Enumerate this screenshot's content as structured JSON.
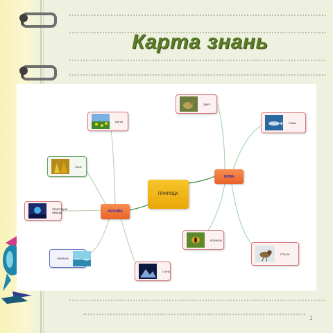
{
  "title": "Карта знань",
  "page_number": "1",
  "mindmap": {
    "center": "ПРИРОДА",
    "hubs": {
      "living": "ЖИВА",
      "nonliving": "НЕЖИВА"
    },
    "living_nodes": {
      "animals": "ЗВІРІ",
      "fish": "РИБИ",
      "insects": "КОМАХИ",
      "birds": "ПТАХИ"
    },
    "nonliving_nodes": {
      "flowers": "КВІТИ",
      "forests": "ЛІСИ",
      "sun": "ПРИРОДНЕ ЯВИЩЕ",
      "oceans": "ОКЕАНИ",
      "mountains": "ГОРИ"
    }
  },
  "colors": {
    "accent": "#5b7a2a",
    "hub": "#f07a3c",
    "center": "#f2b818",
    "link_living": "#9fd0a8",
    "link_nonliving": "#b8c8a8"
  }
}
